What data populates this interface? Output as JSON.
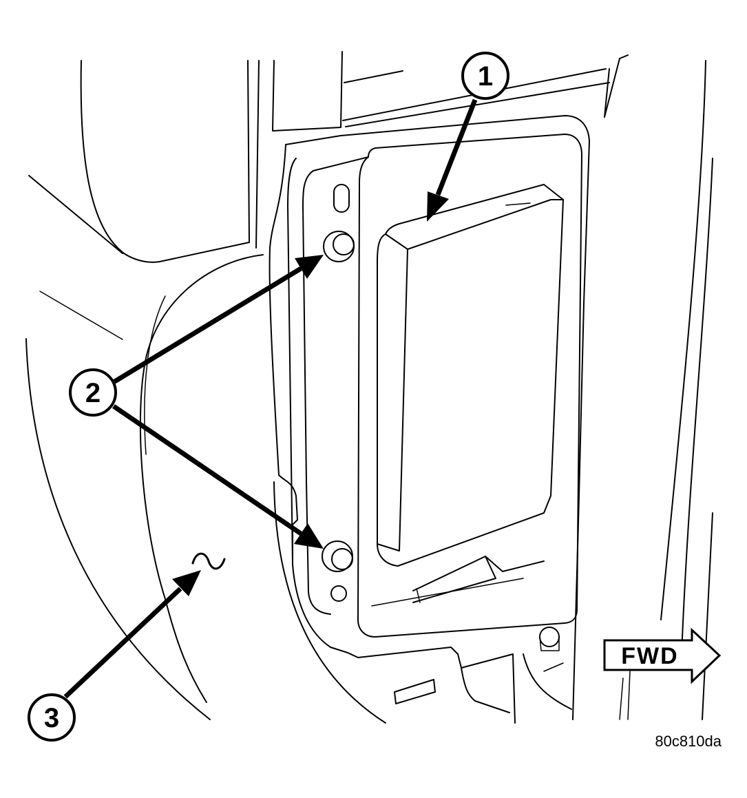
{
  "callouts": [
    {
      "id": "1",
      "label": "1"
    },
    {
      "id": "2",
      "label": "2"
    },
    {
      "id": "3",
      "label": "3"
    }
  ],
  "direction_indicator": {
    "label": "FWD"
  },
  "figure_id": "80c810da",
  "colors": {
    "line": "#000000",
    "background": "#ffffff"
  }
}
